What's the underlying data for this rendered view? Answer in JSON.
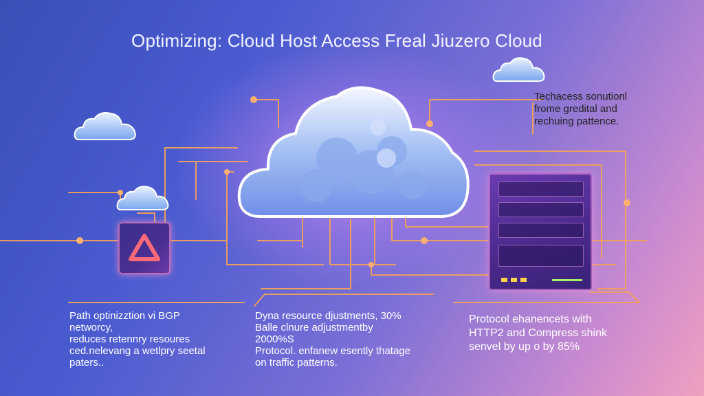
{
  "title": "Optimizing: Cloud Host Access Freal Jiuzero Cloud",
  "notes": {
    "top_right": [
      "Techacess sonutionl",
      "frome gredital and",
      "rechuing pattence."
    ],
    "left": [
      "Path optinizztion vi BGP networcy,",
      "reduces retennry resoures",
      "ced.nelevang a wetlpry seetal",
      "paters.."
    ],
    "middle": [
      "Dyna resource djustments, 30%",
      "Balle clnure adjustmentby 2000%S",
      "Protocol. enfanew esently thatage",
      "on traffic patterns."
    ],
    "right": [
      "Protocol ehanencets with",
      "HTTP2 and Compress shink",
      "senvel by up o by 85%"
    ]
  },
  "icons": {
    "main_cloud": "cloud-icon",
    "app": "triangle-recycle-icon",
    "server": "server-rack-icon"
  },
  "colors": {
    "line": "#f2a15a",
    "node": "#ffb070",
    "accent": "#ff6a7a"
  }
}
